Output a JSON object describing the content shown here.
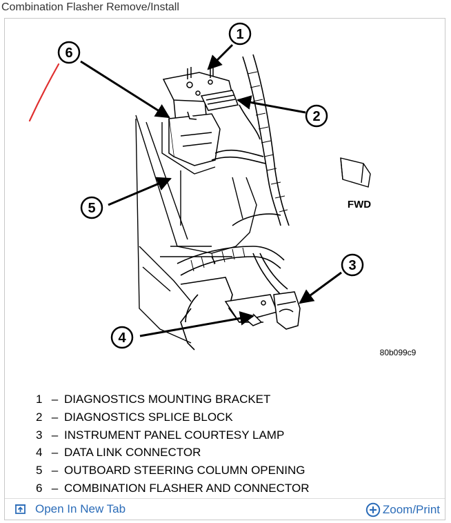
{
  "page": {
    "title": "Combination Flasher Remove/Install"
  },
  "diagram": {
    "callouts": [
      "1",
      "2",
      "3",
      "4",
      "5",
      "6"
    ],
    "fwd_label": "FWD",
    "figure_code": "80b099c9"
  },
  "legend": [
    {
      "num": "1",
      "text": "DIAGNOSTICS MOUNTING BRACKET"
    },
    {
      "num": "2",
      "text": "DIAGNOSTICS SPLICE BLOCK"
    },
    {
      "num": "3",
      "text": "INSTRUMENT PANEL COURTESY LAMP"
    },
    {
      "num": "4",
      "text": "DATA LINK CONNECTOR"
    },
    {
      "num": "5",
      "text": "OUTBOARD STEERING COLUMN OPENING"
    },
    {
      "num": "6",
      "text": "COMBINATION FLASHER AND CONNECTOR"
    }
  ],
  "actions": {
    "open_new_tab": "Open In New Tab",
    "zoom_print": "Zoom/Print"
  },
  "icons": {
    "open_new_tab": "open-new-tab-icon",
    "zoom": "zoom-plus-icon"
  },
  "colors": {
    "link": "#2b6cb8",
    "annotation_mark": "#e03030"
  }
}
